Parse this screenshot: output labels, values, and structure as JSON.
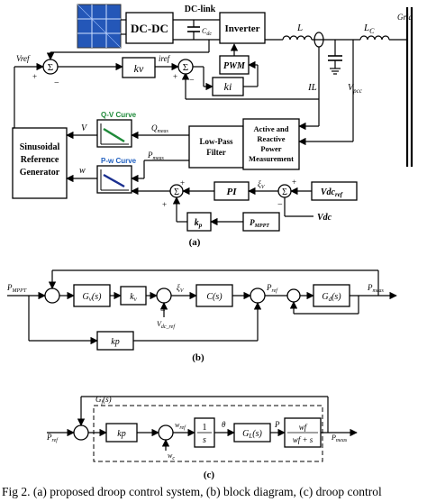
{
  "a": {
    "dcdc": "DC-DC",
    "dclink": "DC-link",
    "cdc": "C",
    "cdc_sub": "dc",
    "inverter": "Inverter",
    "L": "L",
    "Lc": "L",
    "Lc_sub": "C",
    "grid": "Grid",
    "vref": "Vref",
    "kv": "kv",
    "iref": "iref",
    "pwm": "PWM",
    "ki": "ki",
    "IL": "IL",
    "vpcc": "V",
    "vpcc_sub": "pcc",
    "lpf": [
      "Low-Pass",
      "Filter"
    ],
    "meas": [
      "Active and",
      "Reactive",
      "Power",
      "Measurement"
    ],
    "qmeas": "Q",
    "qmeas_sub": "meas",
    "pmeas": "P",
    "pmeas_sub": "meas",
    "qv_curve": "Q-V Curve",
    "pw_curve": "P-w Curve",
    "V": "V",
    "w": "w",
    "srg": [
      "Sinusoidal",
      "Reference",
      "Generator"
    ],
    "pi": "PI",
    "xiv": "ξ",
    "xiv_sub": "V",
    "vdcref": "Vdc",
    "vdcref_sub": "ref",
    "kp": "k",
    "kp_sub": "p",
    "pmppt": "P",
    "pmppt_sub": "MPPT",
    "vdc": "Vdc",
    "caption": "(a)"
  },
  "b": {
    "pmppt_in": "P",
    "pmppt_in_sub": "MPPT",
    "gv": "G",
    "gv_sub": "v",
    "gv_arg": "(s)",
    "kv": "k",
    "kv_sub": "v",
    "xiv": "ξ",
    "xiv_sub": "V",
    "cs": "C(s)",
    "pref": "P",
    "pref_sub": "ref",
    "gd": "G",
    "gd_sub": "d",
    "gd_arg": "(s)",
    "pmeas": "P",
    "pmeas_sub": "meas",
    "vdcref": "V",
    "vdcref_sub": "dc_ref",
    "kp": "kp",
    "caption": "(b)"
  },
  "c": {
    "gf": "G",
    "gf_sub": "f",
    "gf_arg": "(s)",
    "pref": "P",
    "pref_sub": "ref",
    "kp": "kp",
    "wref": "w",
    "wref_sub": "ref",
    "wc": "w",
    "wc_sub": "c",
    "int_num": "1",
    "int_den": "s",
    "theta": "θ",
    "gl": "G",
    "gl_sub": "L",
    "gl_arg": "(s)",
    "p": "P",
    "filt_num": "wf",
    "filt_den": "wf + s",
    "pmeas": "P",
    "pmeas_sub": "meas",
    "caption": "(c)"
  },
  "figure_caption": "Fig 2.  (a) proposed droop control system, (b) block diagram, (c) droop control"
}
